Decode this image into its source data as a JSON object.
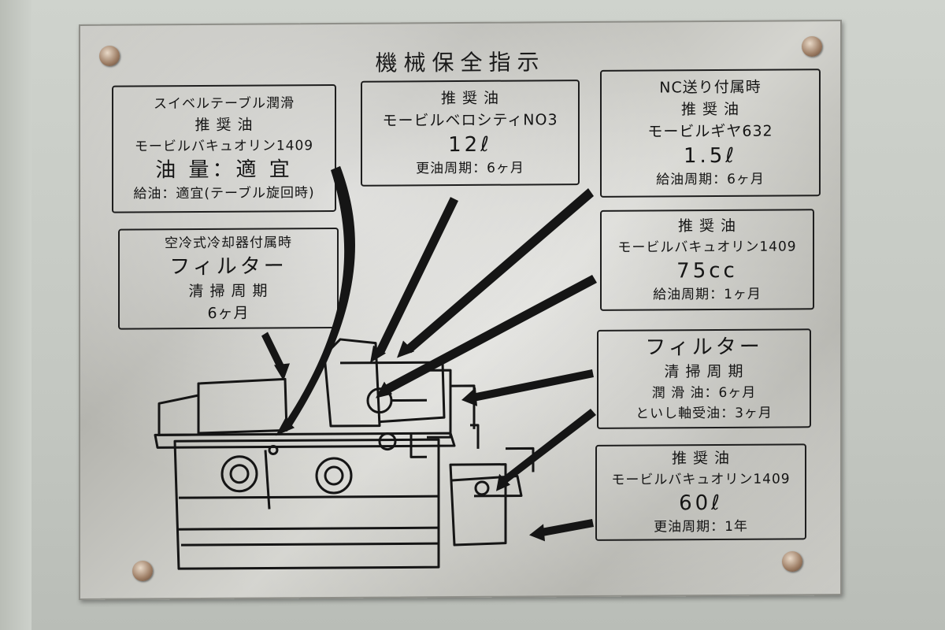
{
  "plate": {
    "title": "機械保全指示",
    "boxes": [
      {
        "id": "swivel-table",
        "lines": [
          "スイベルテーブル潤滑",
          "推 奨 油",
          "モービルバキュオリン1409",
          "油 量：適 宜",
          "給油：適宜(テーブル旋回時)"
        ]
      },
      {
        "id": "recommended-oil-1",
        "lines": [
          "推 奨 油",
          "モービルベロシティNO3",
          "12ℓ",
          "更油周期：6ヶ月"
        ]
      },
      {
        "id": "nc-feed",
        "lines": [
          "NC送り付属時",
          "推 奨 油",
          "モービルギヤ632",
          "1.5ℓ",
          "給油周期：6ヶ月"
        ]
      },
      {
        "id": "air-cooler",
        "lines": [
          "空冷式冷却器付属時",
          "フィルター",
          "清 掃 周 期",
          "6ヶ月"
        ]
      },
      {
        "id": "recommended-oil-2",
        "lines": [
          "推 奨 油",
          "モービルバキュオリン1409",
          "75cc",
          "給油周期：1ヶ月"
        ]
      },
      {
        "id": "filter",
        "lines": [
          "フィルター",
          "清 掃 周 期",
          "潤 滑 油：6ヶ月",
          "といし軸受油：3ヶ月"
        ]
      },
      {
        "id": "recommended-oil-3",
        "lines": [
          "推 奨 油",
          "モービルバキュオリン1409",
          "60ℓ",
          "更油周期：1年"
        ]
      }
    ]
  },
  "colors": {
    "ink": "#151515",
    "plate": "#c4c4be",
    "housing": "#c6cac4",
    "screw": "#9b7b62"
  }
}
